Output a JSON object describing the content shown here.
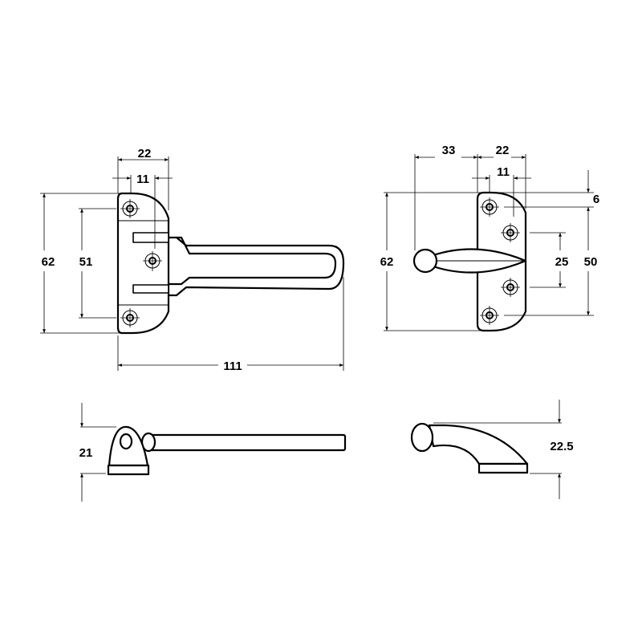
{
  "views": {
    "guard_front": {
      "dims": {
        "plate_width": "22",
        "hole_offset": "11",
        "overall_height": "62",
        "hole_spacing": "51",
        "overall_length": "111"
      }
    },
    "keeper_front": {
      "dims": {
        "knob_offset": "33",
        "plate_width": "22",
        "hole_offset": "11",
        "top_offset": "6",
        "inner_hole_spacing": "25",
        "outer_hole_spacing": "50",
        "overall_height": "62"
      }
    },
    "guard_side": {
      "dims": {
        "height": "21"
      }
    },
    "keeper_side": {
      "dims": {
        "height": "22.5"
      }
    }
  },
  "colors": {
    "line": "#000000",
    "background": "#ffffff"
  }
}
